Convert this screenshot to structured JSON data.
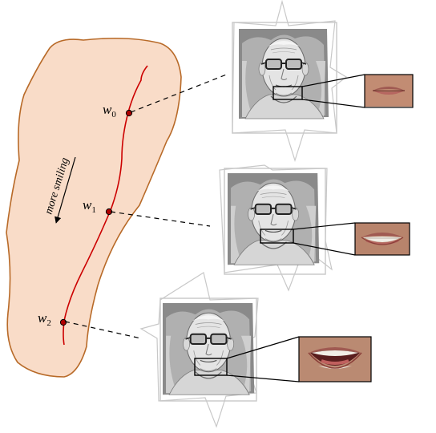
{
  "annotation": {
    "arrow_label": "more smiling"
  },
  "points": [
    {
      "name": "w",
      "sub": "0"
    },
    {
      "name": "w",
      "sub": "1"
    },
    {
      "name": "w",
      "sub": "2"
    }
  ],
  "panels": [
    {
      "face": "3D face scan",
      "inset": "mouth closed"
    },
    {
      "face": "3D face scan",
      "inset": "slight smile"
    },
    {
      "face": "3D face scan",
      "inset": "open smile"
    }
  ],
  "colors": {
    "region_fill": "#f9dcc8",
    "region_stroke": "#b86a28",
    "path": "#cc0000",
    "point": "#b00000",
    "connector": "#000000"
  }
}
